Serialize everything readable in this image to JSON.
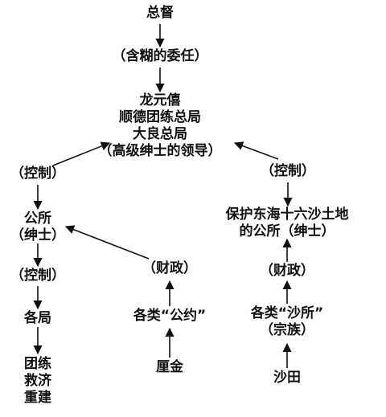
{
  "nodes": {
    "governor": "总督",
    "ambiguous_appointment": "（含糊的委任）",
    "leadership": {
      "line1": "龙元僖",
      "line2": "顺德团练总局",
      "line3": "大良总局",
      "line4": "（高级绅士的领导）"
    },
    "control_left": "（控制）",
    "control_right": "（控制）",
    "gongsuo": {
      "line1": "公所",
      "line2": "（绅士）"
    },
    "control_lower": "（控制）",
    "bureaus": "各局",
    "activities": {
      "line1": "团练",
      "line2": "救济",
      "line3": "重建"
    },
    "finance_left": "（财政）",
    "covenants": "各类“公约”",
    "lijin": "厘金",
    "sandlands_office": {
      "line1": "保护东海十六沙土地",
      "line2": "的公所（绅士）"
    },
    "finance_right": "（财政）",
    "shasuo": {
      "line1": "各类“沙所”",
      "line2": "（宗族）"
    },
    "shatian": "沙田"
  }
}
